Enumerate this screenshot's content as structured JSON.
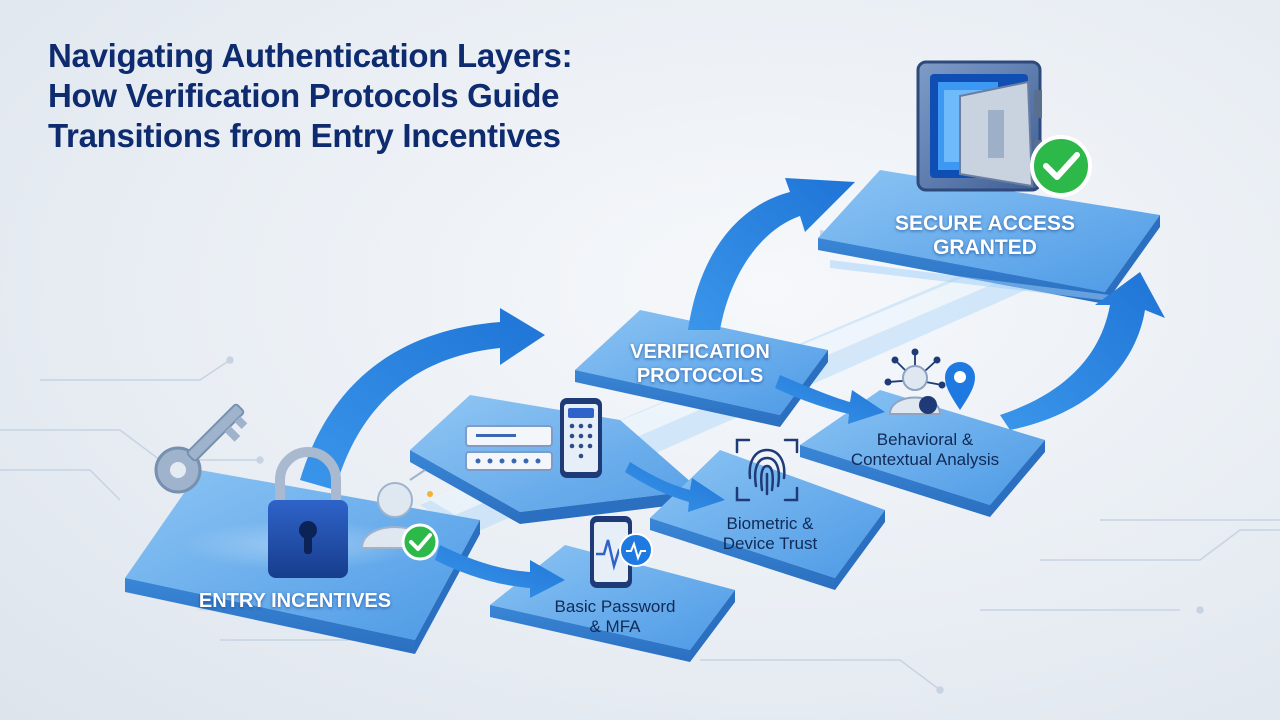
{
  "title": {
    "line1": "Navigating Authentication Layers:",
    "line2": "How Verification Protocols Guide",
    "line3": "Transitions from Entry Incentives"
  },
  "nodes": {
    "entry": {
      "label": "ENTRY INCENTIVES"
    },
    "password": {
      "line1": "Basic Password",
      "line2": "& MFA"
    },
    "biometric": {
      "line1": "Biometric &",
      "line2": "Device Trust"
    },
    "verification": {
      "line1": "VERIFICATION",
      "line2": "PROTOCOLS"
    },
    "behavioral": {
      "line1": "Behavioral &",
      "line2": "Contextual Analysis"
    },
    "secure": {
      "line1": "SECURE ACCESS",
      "line2": "GRANTED"
    }
  },
  "icons": [
    "key-icon",
    "padlock-icon",
    "user-check-icon",
    "password-field-icon",
    "keypad-phone-icon",
    "phone-heartbeat-icon",
    "fingerprint-icon",
    "user-network-icon",
    "location-pin-icon",
    "vault-icon",
    "check-badge-icon"
  ],
  "colors": {
    "title": "#0d2b6e",
    "platform": "#5ea8ea",
    "arrow": "#2a86e0",
    "check": "#2db84a"
  }
}
